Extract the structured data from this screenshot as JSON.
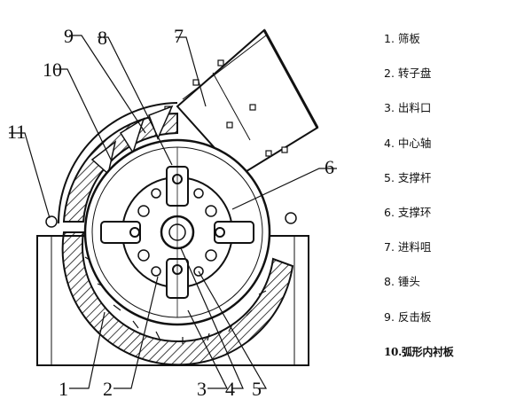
{
  "callout_numbers": {
    "n1": "1",
    "n2": "2",
    "n3": "3",
    "n4": "4",
    "n5": "5",
    "n6": "6",
    "n7": "7",
    "n8": "8",
    "n9": "9",
    "n10": "10",
    "n11": "11"
  },
  "legend": [
    {
      "number": "1.",
      "label": "筛板"
    },
    {
      "number": "2.",
      "label": "转子盘"
    },
    {
      "number": "3.",
      "label": "出料口"
    },
    {
      "number": "4.",
      "label": "中心轴"
    },
    {
      "number": "5.",
      "label": "支撑杆"
    },
    {
      "number": "6.",
      "label": "支撑环"
    },
    {
      "number": "7.",
      "label": "进料咀"
    },
    {
      "number": "8.",
      "label": "锤头"
    },
    {
      "number": "9.",
      "label": "反击板"
    },
    {
      "number": "10.",
      "label": "弧形内衬板"
    }
  ]
}
